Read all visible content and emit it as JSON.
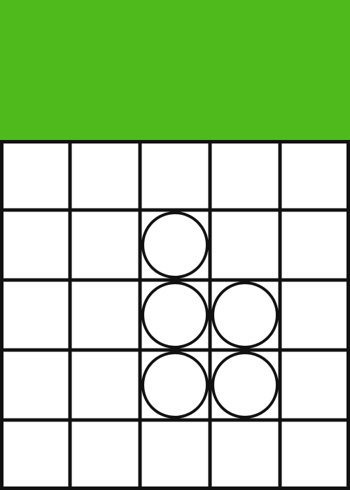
{
  "colors": {
    "header": "#4fba1c",
    "board_background": "#ffffff",
    "grid_line": "#111111",
    "piece_fill": "#ffffff",
    "piece_stroke": "#111111"
  },
  "board": {
    "rows": 5,
    "cols": 5,
    "pieces": [
      {
        "row": 1,
        "col": 2
      },
      {
        "row": 2,
        "col": 2
      },
      {
        "row": 2,
        "col": 3
      },
      {
        "row": 3,
        "col": 2
      },
      {
        "row": 3,
        "col": 3
      }
    ]
  }
}
